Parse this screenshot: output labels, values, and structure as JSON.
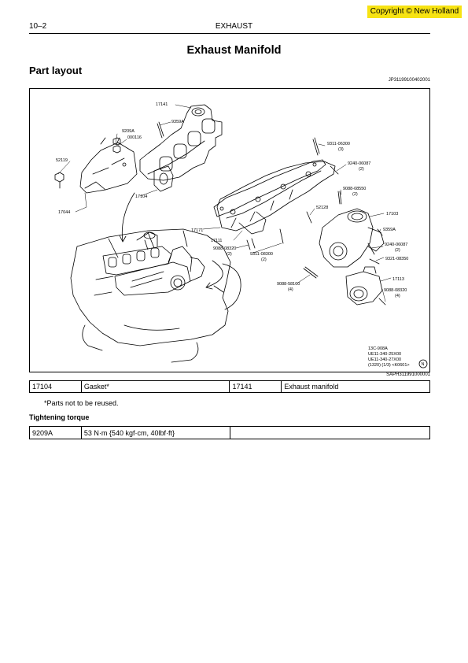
{
  "copyright": "Copyright © New Holland",
  "header": {
    "page_number": "10–2",
    "section": "EXHAUST"
  },
  "title": "Exhaust Manifold",
  "subtitle": "Part layout",
  "figure": {
    "ref_top": "JP31199100402001",
    "ref_bottom": "SAPH311991000001",
    "callouts": {
      "c17141": "17141",
      "c9359A_a": "9359A",
      "c9209A": "9209A",
      "c00116": "000116",
      "c52119": "52119",
      "c17104": "17104",
      "c17044": "17044",
      "c9311_06300": "9311-06300",
      "c9311_06300_q": "(3)",
      "c9240_06087_a": "9240-06087",
      "c9240_06087_a_q": "(2)",
      "c9088_08550": "9088-08550",
      "c9088_08550_q": "(2)",
      "c52128": "52128",
      "c17103": "17103",
      "c17171": "17171",
      "c9359A_b": "9359A",
      "c17111": "17111",
      "c9240_06087_b": "9240-06087",
      "c9240_06087_b_q": "(2)",
      "c9088_08320_a": "9088-08320",
      "c9088_08320_a_q": "(2)",
      "c9311_08300": "9311-08300",
      "c9311_08300_q": "(2)",
      "c9321_08350": "9321-08350",
      "c17113": "17113",
      "c9088_58100": "9088-58100",
      "c9088_58100_q": "(4)",
      "c9088_08320_b": "9088-08320",
      "c9088_08320_b_q": "(4)",
      "note_1": "13C-908A",
      "note_2": "UE11-340-25X00",
      "note_3": "UE11-340-27X00",
      "note_4": "(1320) (1/3) <K0601>",
      "circle_mark": "N"
    }
  },
  "parts_table": {
    "rows": [
      {
        "code1": "17104",
        "name1": "Gasket*",
        "code2": "17141",
        "name2": "Exhaust manifold"
      }
    ]
  },
  "footnote": "*Parts not to be reused.",
  "torque_heading": "Tightening torque",
  "torque_table": {
    "rows": [
      {
        "code": "9209A",
        "value": "53 N·m {540 kgf·cm, 40lbf·ft}",
        "code2": "",
        "value2": ""
      }
    ]
  }
}
